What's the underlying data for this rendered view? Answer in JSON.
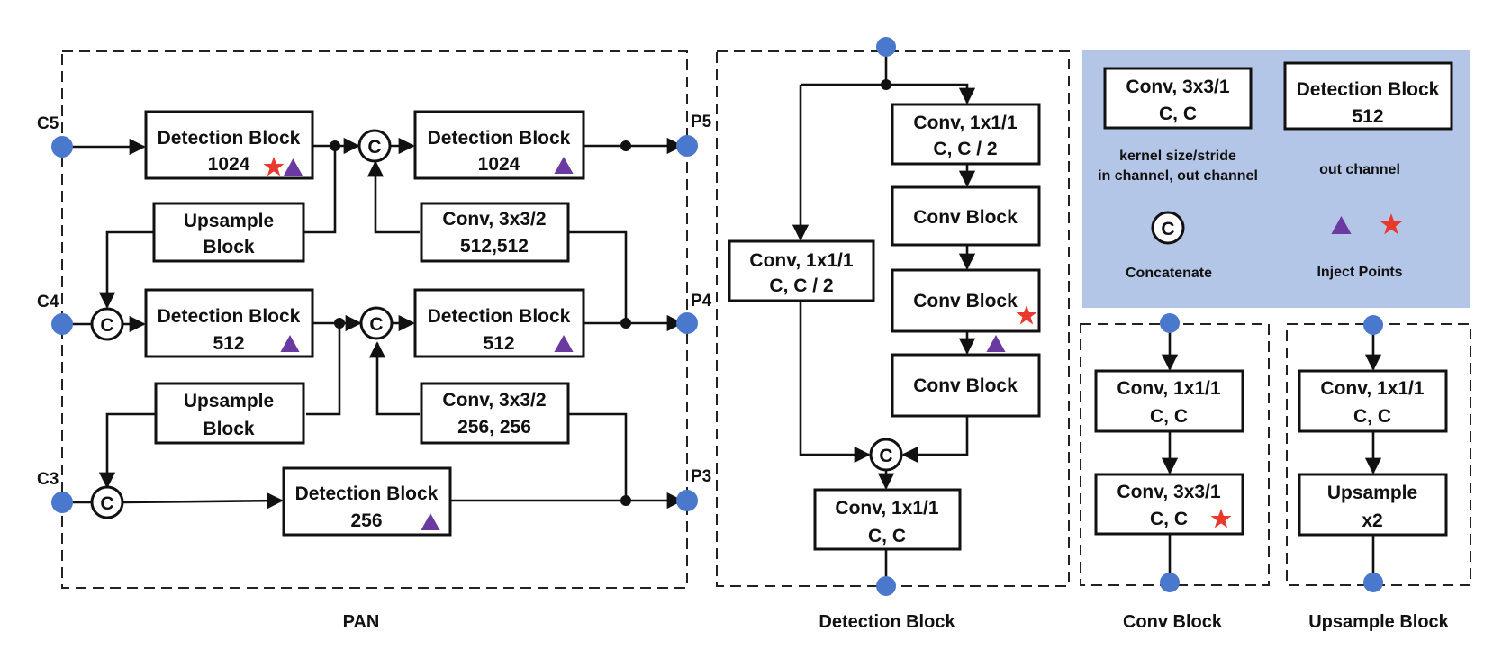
{
  "pan": {
    "caption": "PAN",
    "inputs": {
      "c5": "C5",
      "c4": "C4",
      "c3": "C3"
    },
    "outputs": {
      "p5": "P5",
      "p4": "P4",
      "p3": "P3"
    },
    "det5": {
      "line1": "Detection Block",
      "line2": "1024"
    },
    "det5b": {
      "line1": "Detection Block",
      "line2": "1024"
    },
    "det4": {
      "line1": "Detection Block",
      "line2": "512"
    },
    "det4b": {
      "line1": "Detection Block",
      "line2": "512"
    },
    "det3": {
      "line1": "Detection Block",
      "line2": "256"
    },
    "up1": {
      "line1": "Upsample",
      "line2": "Block"
    },
    "up2": {
      "line1": "Upsample",
      "line2": "Block"
    },
    "conv1": {
      "line1": "Conv, 3x3/2",
      "line2": "512,512"
    },
    "conv2": {
      "line1": "Conv, 3x3/2",
      "line2": "256, 256"
    },
    "concat_symbol": "C"
  },
  "detection_block": {
    "caption": "Detection Block",
    "conv_top": {
      "line1": "Conv, 1x1/1",
      "line2": "C, C / 2"
    },
    "conv_side": {
      "line1": "Conv, 1x1/1",
      "line2": "C, C / 2"
    },
    "block1": "Conv Block",
    "block2": "Conv Block",
    "block3": "Conv Block",
    "conv_out": {
      "line1": "Conv, 1x1/1",
      "line2": "C, C"
    },
    "concat_symbol": "C"
  },
  "legend": {
    "background": "#b4c6e7",
    "conv_box": {
      "line1": "Conv, 3x3/1",
      "line2": "C, C"
    },
    "conv_desc": {
      "line1": "kernel size/stride",
      "line2": "in channel, out channel"
    },
    "det_box": {
      "line1": "Detection Block",
      "line2": "512"
    },
    "det_desc": "out channel",
    "concat_symbol": "C",
    "concat_label": "Concatenate",
    "inject_label": "Inject Points"
  },
  "conv_block": {
    "caption": "Conv Block",
    "conv1": {
      "line1": "Conv, 1x1/1",
      "line2": "C, C"
    },
    "conv2": {
      "line1": "Conv, 3x3/1",
      "line2": "C, C"
    }
  },
  "upsample_block": {
    "caption": "Upsample Block",
    "conv": {
      "line1": "Conv, 1x1/1",
      "line2": "C, C"
    },
    "up": {
      "line1": "Upsample",
      "line2": "x2"
    }
  },
  "colors": {
    "port": "#4a78cc",
    "inject_triangle": "#6a3aa0",
    "inject_star": "#e8392c"
  }
}
